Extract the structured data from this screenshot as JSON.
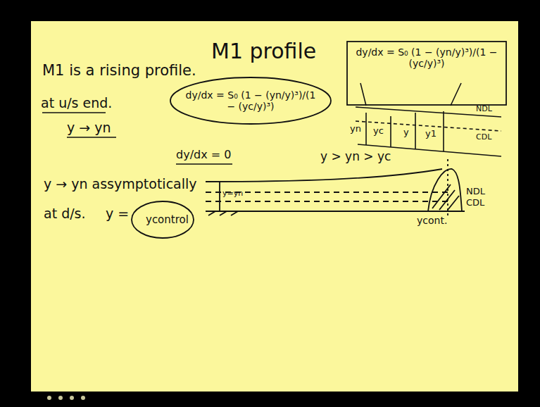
{
  "diagram": {
    "title": "M1 profile",
    "nodes": [
      {
        "text": [
          "dy/dx = S₀ (1 − (yn/y)³)/(1 − (yc/y)³)"
        ]
      },
      {
        "text": [
          "dy/dx = S₀ (1 − (yn/y)³)/(1 − (yc/y)³)"
        ]
      },
      {
        "text": [
          "ycontrol"
        ]
      }
    ],
    "labels": [
      "M1 is a rising profile.",
      "at u/s end.",
      "y → yn",
      "dy/dx = 0",
      "y → yn assymptotically",
      "at d/s.",
      "y =",
      "y > yn > yc",
      "y=yn",
      "NDL",
      "CDL",
      "ycont.",
      "yn",
      "yc",
      "y",
      "y1",
      "NDL",
      "CDL"
    ]
  }
}
